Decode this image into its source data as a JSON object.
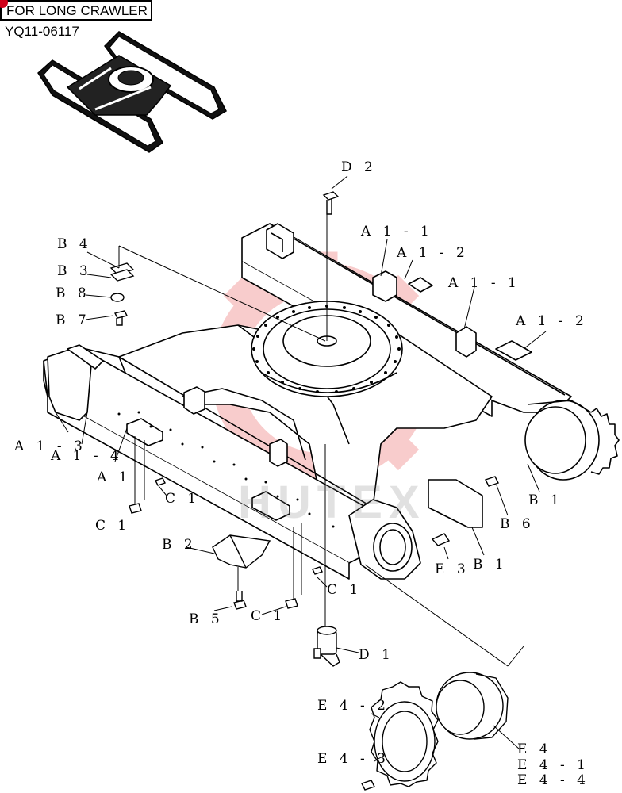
{
  "header": {
    "title": "FOR LONG CRAWLER",
    "code": "YQ11-06117"
  },
  "colors": {
    "line": "#000000",
    "watermark": "#f4a3a3",
    "accent": "#d0021b"
  },
  "watermark_text": "HUTEX",
  "labels": {
    "d2": "D 2",
    "b4": "B 4",
    "b3": "B 3",
    "b8": "B 8",
    "b7": "B 7",
    "a1_1_top": "A 1 - 1",
    "a1_2_top": "A 1 - 2",
    "a1_1_mid": "A 1 - 1",
    "a1_2_right": "A 1 - 2",
    "a1_3": "A 1 - 3",
    "a1_4": "A 1 - 4",
    "a1": "A 1",
    "c1_a": "C 1",
    "c1_b": "C 1",
    "c1_c": "C 1",
    "c1_d": "C 1",
    "b1_right": "B 1",
    "b1_low": "B 1",
    "b6": "B 6",
    "e3": "E 3",
    "b2": "B 2",
    "b5": "B 5",
    "d1": "D 1",
    "e4_2": "E 4 - 2",
    "e4_3": "E 4 - 3",
    "e4": "E 4",
    "e4_1": "E 4 - 1",
    "e4_4": "E 4 - 4"
  }
}
